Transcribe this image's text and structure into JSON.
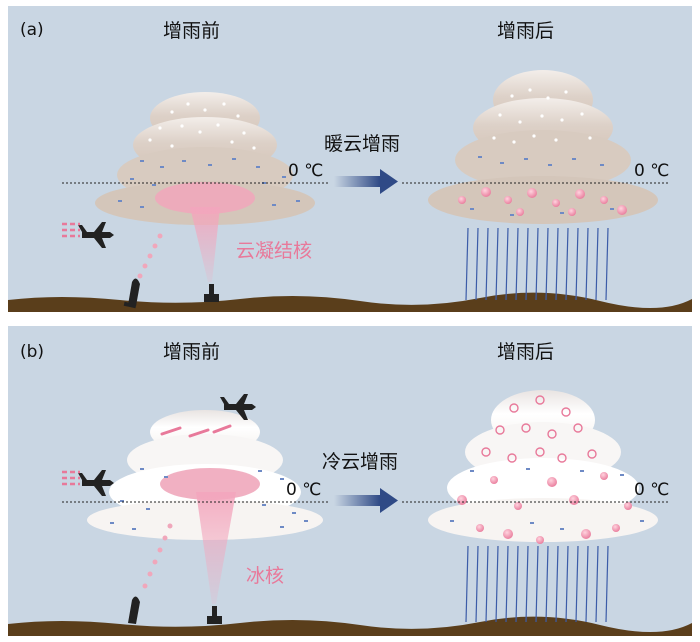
{
  "panel_a": {
    "label": "(a)",
    "before_title": "增雨前",
    "after_title": "增雨后",
    "process_label": "暖云增雨",
    "nucleus_label": "云凝结核",
    "temp_left": "0 ℃",
    "temp_right": "0 ℃"
  },
  "panel_b": {
    "label": "(b)",
    "before_title": "增雨前",
    "after_title": "增雨后",
    "process_label": "冷云增雨",
    "nucleus_label": "冰核",
    "temp_left": "0 ℃",
    "temp_right": "0 ℃"
  },
  "colors": {
    "sky": "#c9d6e3",
    "ground": "#5a3e1b",
    "warm_cloud": "#d8cbc0",
    "cold_cloud": "#ffffff",
    "seeding": "#e8799a",
    "arrow": "#2f4a86",
    "rain": "#3c5ca8"
  }
}
